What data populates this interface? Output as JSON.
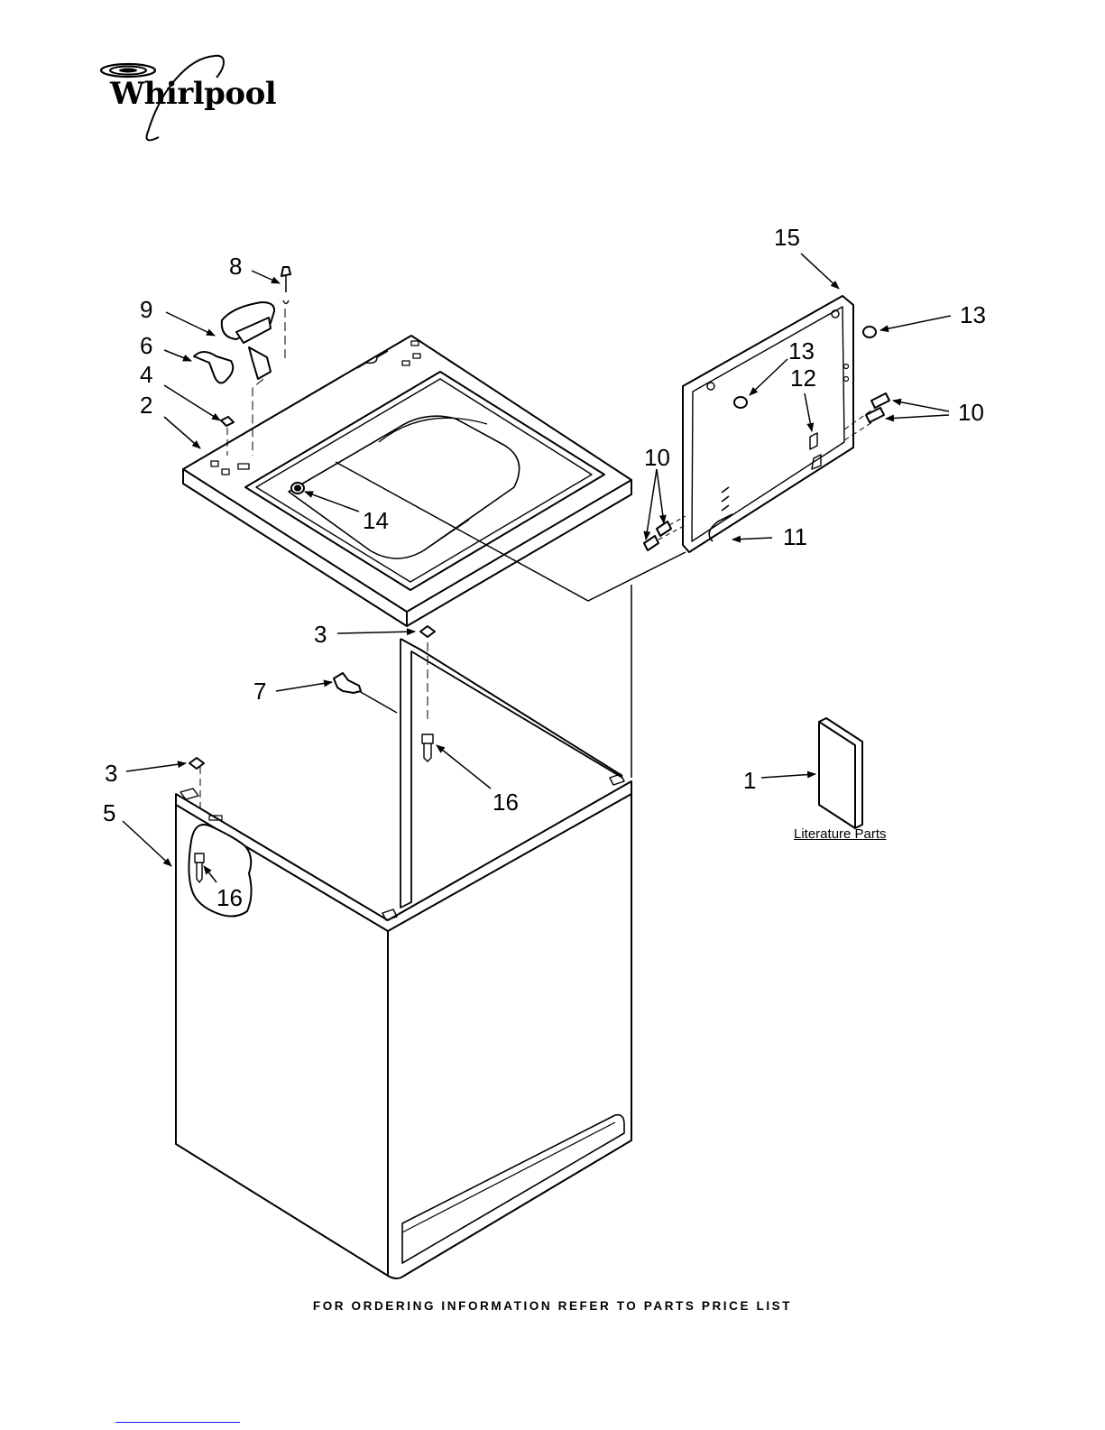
{
  "brand": {
    "name": "Whirlpool"
  },
  "callouts": {
    "c8": "8",
    "c9": "9",
    "c6": "6",
    "c4": "4",
    "c2": "2",
    "c14": "14",
    "c15": "15",
    "c13a": "13",
    "c13b": "13",
    "c12": "12",
    "c10a": "10",
    "c10b": "10",
    "c11": "11",
    "c3a": "3",
    "c3b": "3",
    "c7": "7",
    "c16a": "16",
    "c16b": "16",
    "c5": "5",
    "c1": "1"
  },
  "literature_label": "Literature Parts",
  "footer_note": "FOR ORDERING INFORMATION REFER TO PARTS PRICE LIST"
}
